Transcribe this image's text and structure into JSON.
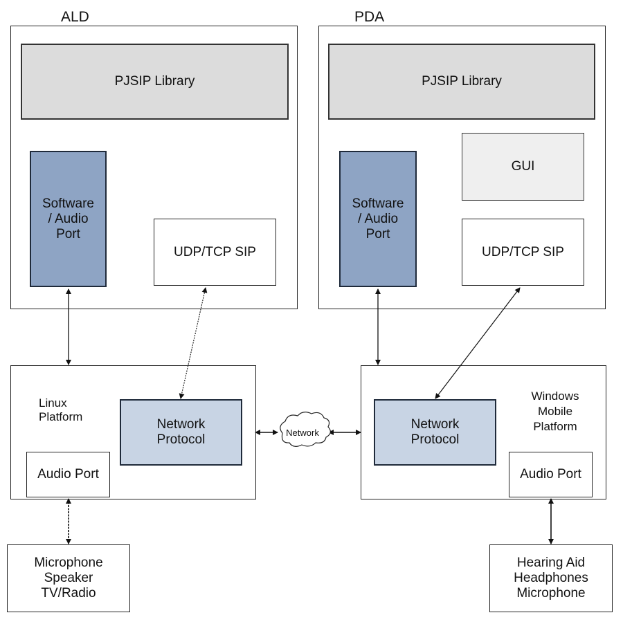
{
  "ald": {
    "title": "ALD",
    "pjsip": "PJSIP Library",
    "software_audio_port": [
      "Software",
      "/ Audio",
      "Port"
    ],
    "udp_tcp_sip": "UDP/TCP SIP"
  },
  "pda": {
    "title": "PDA",
    "pjsip": "PJSIP Library",
    "gui": "GUI",
    "software_audio_port": [
      "Software",
      "/ Audio",
      "Port"
    ],
    "udp_tcp_sip": "UDP/TCP SIP"
  },
  "linux_platform": {
    "label": [
      "Linux",
      "Platform"
    ],
    "network_protocol": [
      "Network",
      "Protocol"
    ],
    "audio_port": "Audio Port"
  },
  "windows_platform": {
    "label": [
      "Windows",
      "Mobile",
      "Platform"
    ],
    "network_protocol": [
      "Network",
      "Protocol"
    ],
    "audio_port": "Audio Port"
  },
  "network_cloud": "Network",
  "ald_devices": [
    "Microphone",
    "Speaker",
    "TV/Radio"
  ],
  "pda_devices": [
    "Hearing Aid",
    "Headphones",
    "Microphone"
  ]
}
